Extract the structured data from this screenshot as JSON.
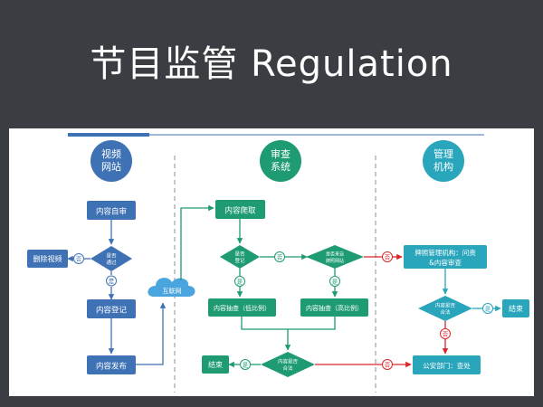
{
  "slide": {
    "title": "节目监管 Regulation"
  },
  "columns": {
    "video_site": {
      "line1": "视频",
      "line2": "网站"
    },
    "review_system": {
      "line1": "审查",
      "line2": "系统"
    },
    "management": {
      "line1": "管理",
      "line2": "机构"
    }
  },
  "nodes": {
    "self_review": "内容自审",
    "delete_video": "删除视频",
    "pass_check_line1": "是否",
    "pass_check_line2": "通过",
    "content_register": "内容登记",
    "content_publish": "内容发布",
    "internet": "互联网",
    "content_crawl": "内容爬取",
    "registered_line1": "是否",
    "registered_line2": "登记",
    "source_line1": "是否来自",
    "source_line2": "牌照网站",
    "sample_low": "内容抽查（低比例）",
    "sample_high": "内容抽查（高比例）",
    "legal_check_line1": "内容是否",
    "legal_check_line2": "合法",
    "end_left": "结束",
    "license_auth_line1": "牌照管理机构：问责",
    "license_auth_line2": "&内容审查",
    "mgmt_legal_line1": "内容是否",
    "mgmt_legal_line2": "合法",
    "end_right": "结束",
    "police": "公安部门：查处"
  },
  "labels": {
    "yes": "是",
    "no": "否"
  },
  "colors": {
    "blue": "#3f72b5",
    "green": "#1e9b73",
    "teal": "#2aa6bc",
    "red": "#d9262b"
  }
}
